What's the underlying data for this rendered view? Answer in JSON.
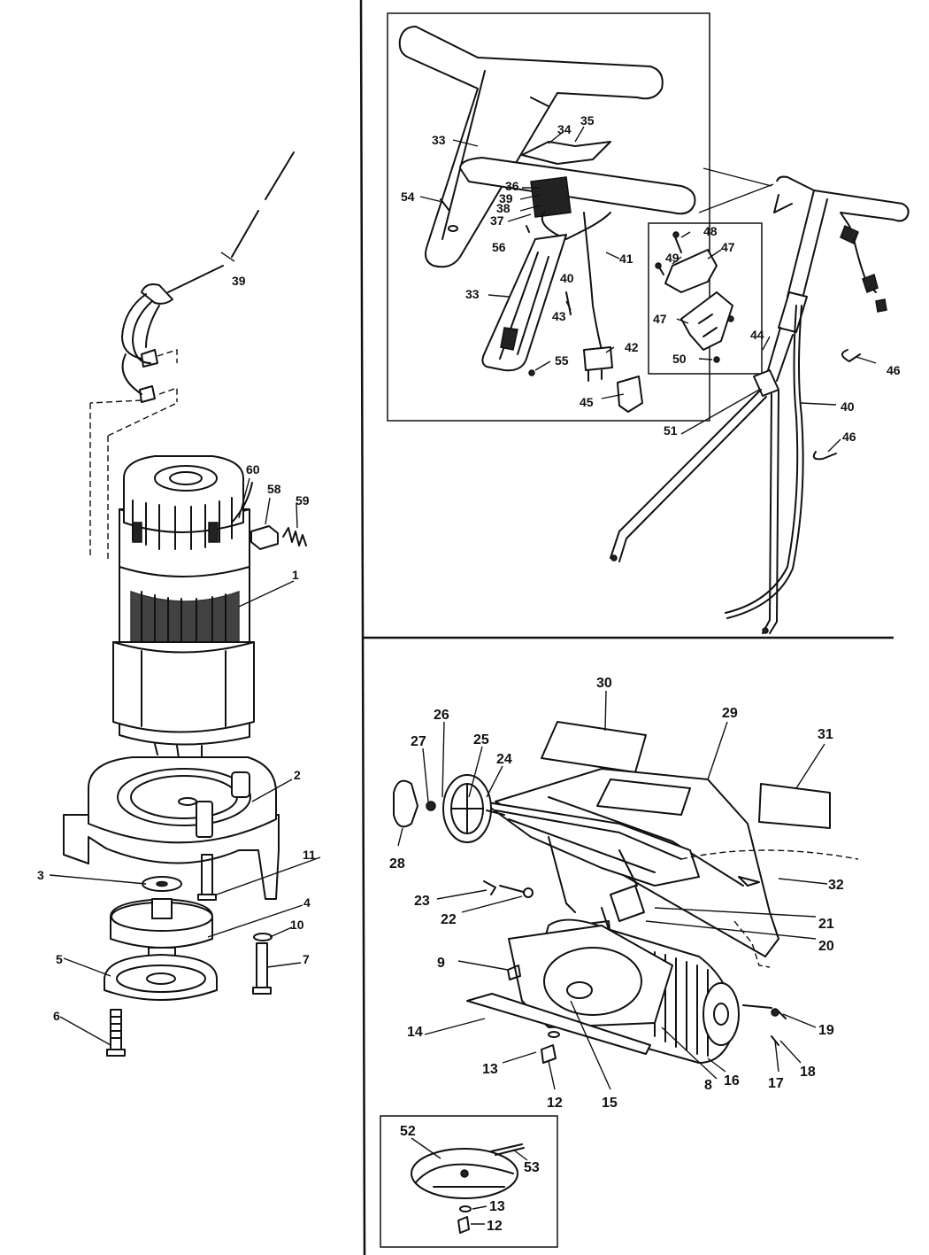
{
  "callouts": {
    "motor": [
      "39",
      "60",
      "58",
      "59",
      "1",
      "2",
      "11",
      "3",
      "4",
      "10",
      "5",
      "7",
      "6"
    ],
    "handle": [
      "33",
      "34",
      "35",
      "54",
      "36",
      "39",
      "38",
      "37",
      "56",
      "41",
      "33",
      "40",
      "43",
      "42",
      "55",
      "45",
      "48",
      "47",
      "49",
      "47",
      "44",
      "50",
      "46",
      "40",
      "51",
      "46"
    ],
    "deck": [
      "30",
      "26",
      "27",
      "25",
      "24",
      "29",
      "31",
      "28",
      "32",
      "23",
      "22",
      "21",
      "20",
      "9",
      "19",
      "14",
      "18",
      "13",
      "17",
      "16",
      "8",
      "12",
      "15"
    ],
    "inset": [
      "52",
      "53",
      "13",
      "12"
    ]
  }
}
